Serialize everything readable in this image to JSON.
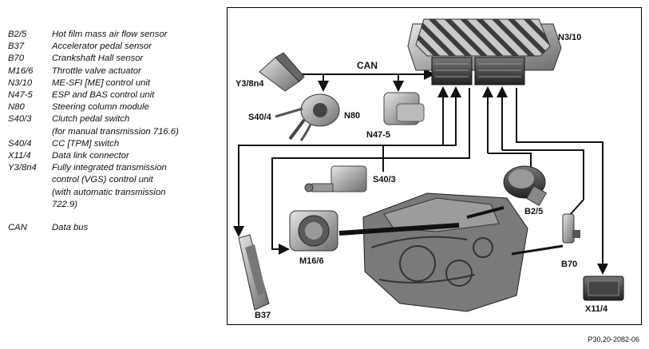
{
  "legend": [
    {
      "code": "B2/5",
      "desc": [
        "Hot film mass air flow sensor"
      ]
    },
    {
      "code": "B37",
      "desc": [
        "Accelerator pedal sensor"
      ]
    },
    {
      "code": "B70",
      "desc": [
        "Crankshaft Hall sensor"
      ]
    },
    {
      "code": "M16/6",
      "desc": [
        "Throttle valve actuator"
      ]
    },
    {
      "code": "N3/10",
      "desc": [
        "ME-SFI [ME] control unit"
      ]
    },
    {
      "code": "N47-5",
      "desc": [
        "ESP and BAS control unit"
      ]
    },
    {
      "code": "N80",
      "desc": [
        "Steering column module"
      ]
    },
    {
      "code": "S40/3",
      "desc": [
        "Clutch pedal switch",
        "(for manual transmission 716.6)"
      ]
    },
    {
      "code": "S40/4",
      "desc": [
        "CC [TPM] switch"
      ]
    },
    {
      "code": "X11/4",
      "desc": [
        "Data link connector"
      ]
    },
    {
      "code": "Y3/8n4",
      "desc": [
        "Fully integrated transmission",
        "control (VGS) control unit",
        "(with automatic transmission",
        "722.9)"
      ]
    },
    {
      "code": "CAN",
      "desc": [
        "Data bus"
      ]
    }
  ],
  "diagram": {
    "labels": {
      "n3_10": "N3/10",
      "can": "CAN",
      "y3_8n4": "Y3/8n4",
      "s40_4": "S40/4",
      "n80": "N80",
      "n47_5": "N47-5",
      "s40_3": "S40/3",
      "b2_5": "B2/5",
      "m16_6": "M16/6",
      "b70": "B70",
      "b37": "B37",
      "x11_4": "X11/4"
    }
  },
  "caption": "P30.20-2082-06",
  "colors": {
    "line": "#111111",
    "component": "#8a8a8a",
    "component_dark": "#3a3a3a",
    "engine": "#6f6f6f"
  }
}
